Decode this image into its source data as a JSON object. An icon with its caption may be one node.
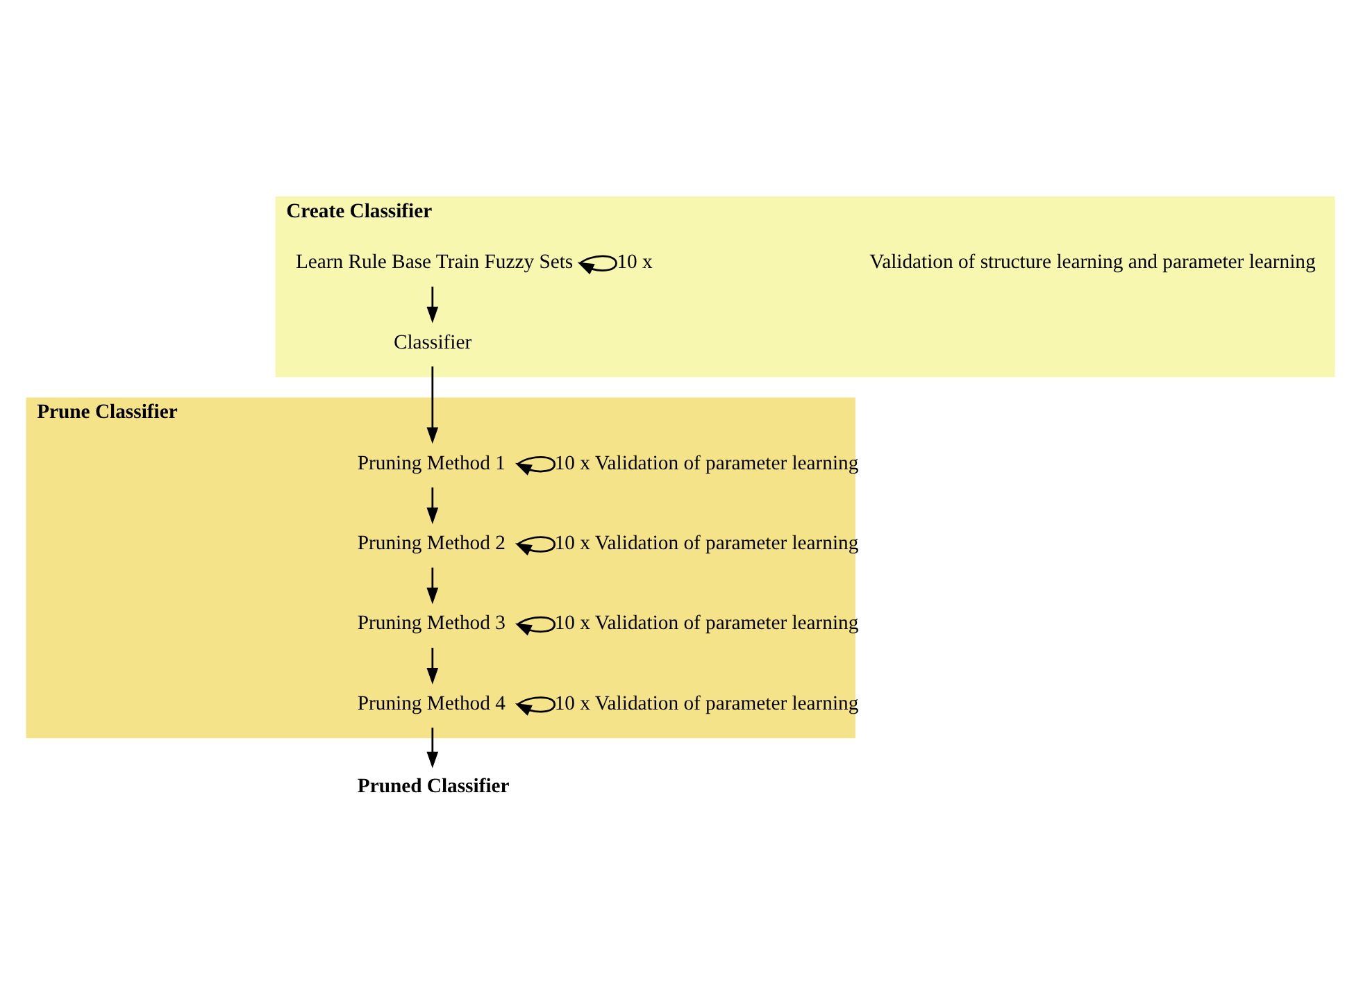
{
  "diagram": {
    "nodes": [
      {
        "text": [
          "Create Classifier"
        ]
      },
      {
        "text": [
          "Learn Rule Base Train Fuzzy Sets"
        ],
        "in": 0
      },
      {
        "text": [
          "Classifier"
        ],
        "in": 0
      },
      {
        "text": [
          "Prune Classifier"
        ]
      },
      {
        "text": [
          "Pruning Method 1"
        ],
        "in": 3
      },
      {
        "text": [
          "Pruning Method 2"
        ],
        "in": 3
      },
      {
        "text": [
          "Pruning Method 3"
        ],
        "in": 3
      },
      {
        "text": [
          "Pruning Method 4"
        ],
        "in": 3
      },
      {
        "text": [
          "Pruned Classifier"
        ]
      }
    ],
    "edges": [
      {
        "from": 1,
        "to": 1,
        "arrow": "to",
        "label": "10 x"
      },
      {
        "from": 1,
        "to": 2,
        "arrow": "to"
      },
      {
        "from": 2,
        "to": 4,
        "arrow": "to"
      },
      {
        "from": 4,
        "to": 4,
        "arrow": "to",
        "label": "10 x Validation of parameter learning"
      },
      {
        "from": 4,
        "to": 5,
        "arrow": "to"
      },
      {
        "from": 5,
        "to": 5,
        "arrow": "to",
        "label": "10 x Validation of parameter learning"
      },
      {
        "from": 5,
        "to": 6,
        "arrow": "to"
      },
      {
        "from": 6,
        "to": 6,
        "arrow": "to",
        "label": "10 x Validation of parameter learning"
      },
      {
        "from": 6,
        "to": 7,
        "arrow": "to"
      },
      {
        "from": 7,
        "to": 7,
        "arrow": "to",
        "label": "10 x Validation of parameter learning"
      },
      {
        "from": 7,
        "to": 8,
        "arrow": "to"
      }
    ],
    "labels": [
      "Validation of structure learning and parameter learning"
    ]
  }
}
